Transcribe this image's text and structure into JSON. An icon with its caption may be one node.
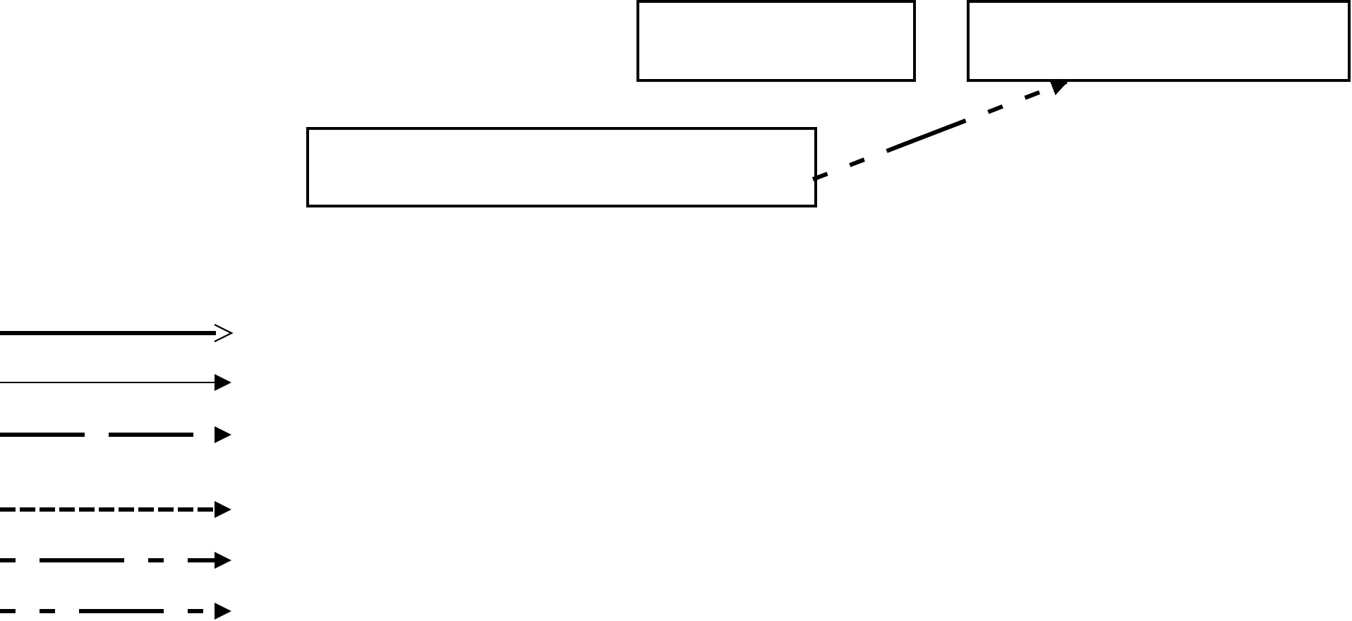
{
  "diagram": {
    "nodes": [
      {
        "text": [],
        "shape": "box"
      },
      {
        "text": [],
        "shape": "box"
      },
      {
        "text": [],
        "shape": "box"
      }
    ],
    "edges": [
      {
        "from": 2,
        "to": 1,
        "arrow": "to",
        "style": "dashed"
      }
    ]
  }
}
